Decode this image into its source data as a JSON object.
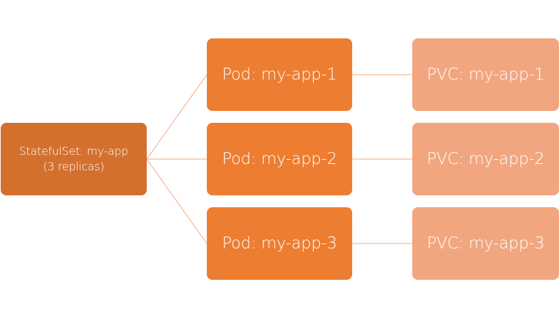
{
  "statefulset": {
    "line1": "StatefulSet: my-app",
    "line2": "(3 replicas)"
  },
  "pods": [
    {
      "label": "Pod: my-app-1"
    },
    {
      "label": "Pod: my-app-2"
    },
    {
      "label": "Pod: my-app-3"
    }
  ],
  "pvcs": [
    {
      "label": "PVC: my-app-1"
    },
    {
      "label": "PVC: my-app-2"
    },
    {
      "label": "PVC: my-app-3"
    }
  ],
  "colors": {
    "statefulset": "#d4702d",
    "pod": "#ed7d31",
    "pvc": "#f1a680",
    "connector": "#f0a87c",
    "text": "#ffffff"
  }
}
